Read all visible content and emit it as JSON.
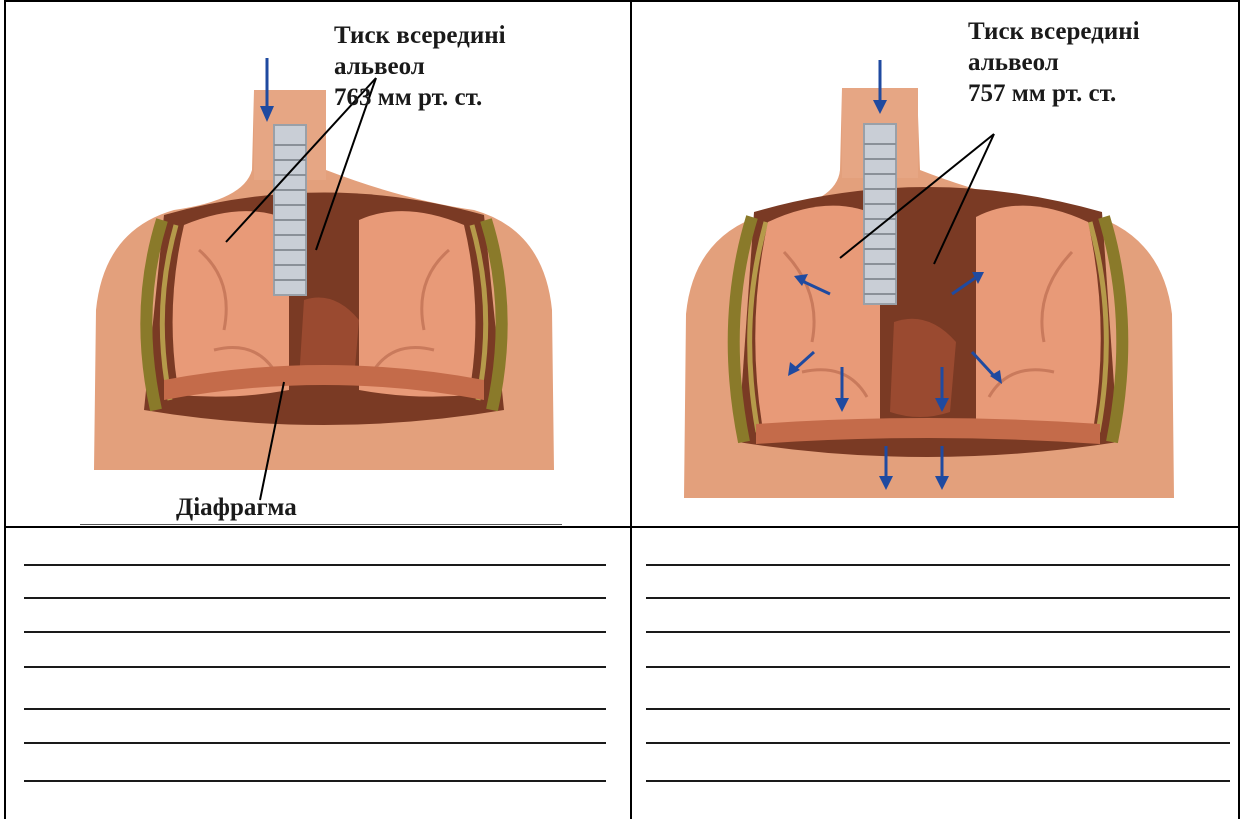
{
  "left_panel": {
    "label_line1": "Тиск всередині",
    "label_line2": "альвеол",
    "label_line3": "763 мм рт. ст.",
    "diaphragm_label": "Діафрагма"
  },
  "right_panel": {
    "label_line1": "Тиск всередині",
    "label_line2": "альвеол",
    "label_line3": "757 мм рт. ст."
  },
  "answer_lines": {
    "left_count": 7,
    "right_count": 7
  },
  "colors": {
    "skin": "#e8a07a",
    "lung": "#e89a78",
    "rib": "#8a7a2a",
    "arrow": "#1f4aa0",
    "trachea": "#c9ced6"
  }
}
